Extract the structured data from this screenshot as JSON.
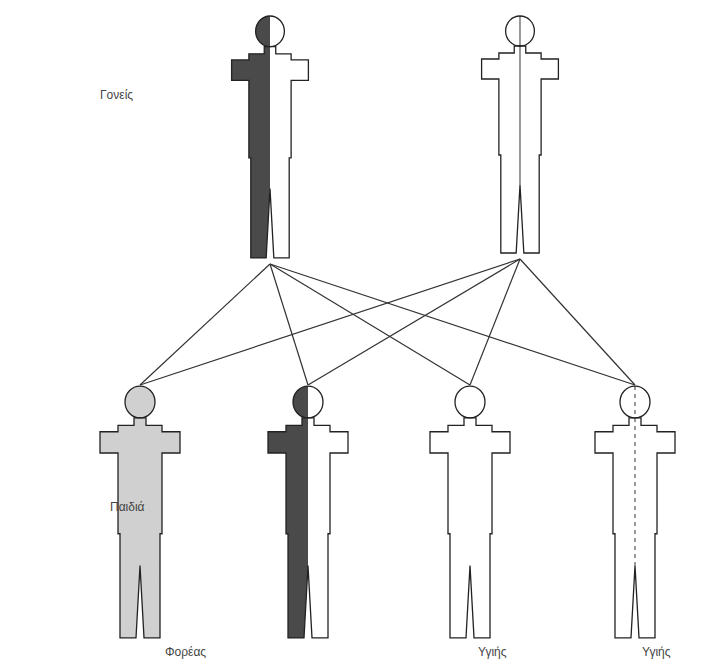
{
  "diagram": {
    "nodes": [
      {
        "text": []
      },
      {
        "text": []
      },
      {
        "text": []
      },
      {
        "text": []
      },
      {
        "text": []
      },
      {
        "text": []
      }
    ],
    "edges": [
      {
        "from": 0,
        "to": 2,
        "arrow": "none"
      },
      {
        "from": 0,
        "to": 3,
        "arrow": "none"
      },
      {
        "from": 0,
        "to": 4,
        "arrow": "none"
      },
      {
        "from": 0,
        "to": 5,
        "arrow": "none"
      },
      {
        "from": 1,
        "to": 2,
        "arrow": "none"
      },
      {
        "from": 1,
        "to": 3,
        "arrow": "none"
      },
      {
        "from": 1,
        "to": 4,
        "arrow": "none"
      },
      {
        "from": 1,
        "to": 5,
        "arrow": "none"
      }
    ],
    "labels": [
      "Γονείς",
      "Παιδιά",
      "Φορέας",
      "Υγιής",
      "Υγιής"
    ]
  }
}
